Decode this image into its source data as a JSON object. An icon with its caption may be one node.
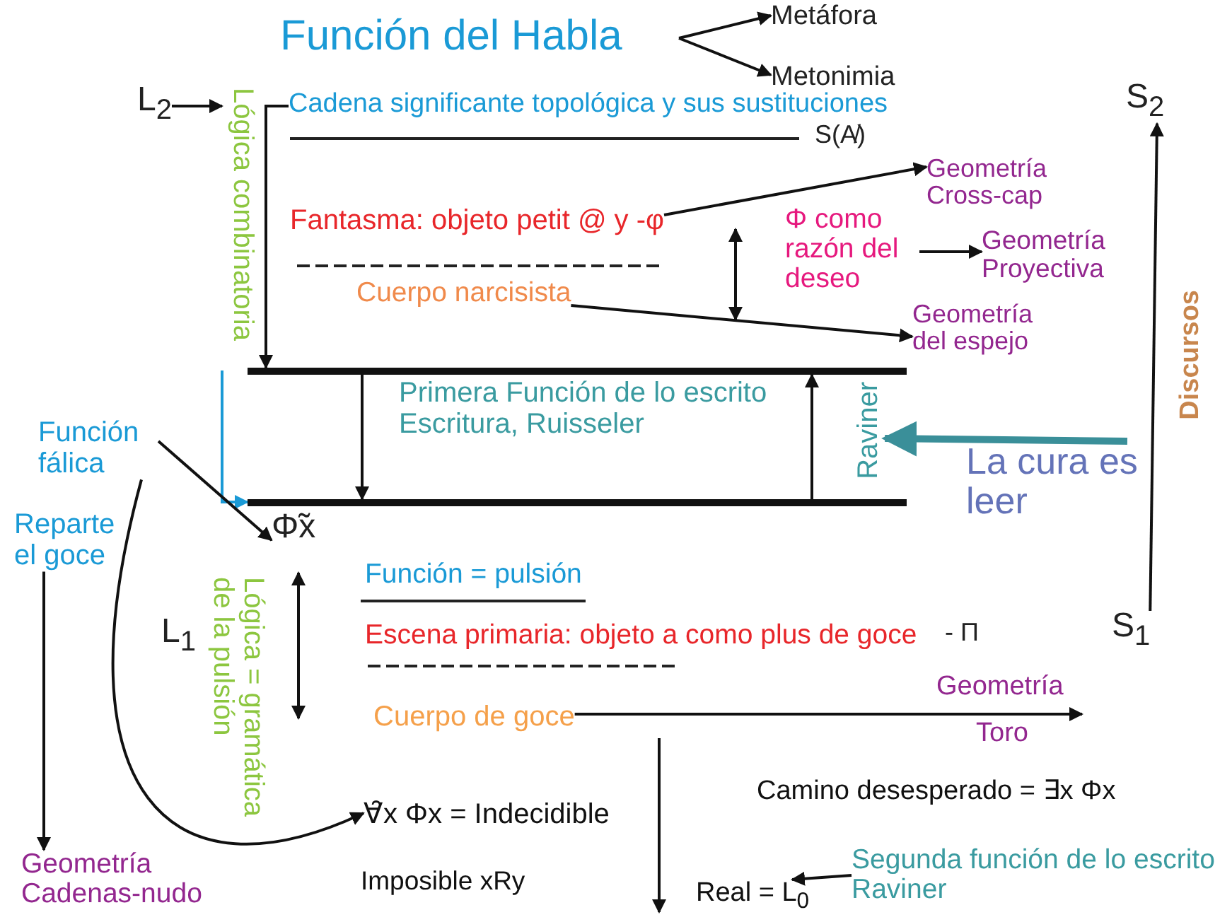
{
  "diagram": {
    "title": "Función del Habla",
    "nodes": [
      {
        "text": [
          "L$_{2}$"
        ]
      },
      {
        "text": [
          "Metáfora"
        ]
      },
      {
        "text": [
          "Metonimia"
        ]
      },
      {
        "text": [
          "Cadena significante topológica y sus sustituciones"
        ]
      },
      {
        "text": [
          "S(A̸)"
        ]
      },
      {
        "text": [
          "Fantasma: objeto petit @ y -φ"
        ]
      },
      {
        "text": [
          "Cuerpo narcisista"
        ]
      },
      {
        "text": [
          "Geometría Cross-cap"
        ]
      },
      {
        "text": [
          "Φ como razón del deseo"
        ]
      },
      {
        "text": [
          "Geometría Proyectiva"
        ]
      },
      {
        "text": [
          "Geometría del espejo"
        ]
      },
      {
        "text": [],
        "shape": "bar"
      },
      {
        "text": [
          "Primera Función de lo escrito Escritura, Ruisseler"
        ]
      },
      {
        "text": [
          "Raviner"
        ]
      },
      {
        "text": [
          "La cura es leer"
        ]
      },
      {
        "text": [],
        "shape": "bar"
      },
      {
        "text": [
          "S$_{2}$"
        ]
      },
      {
        "text": [
          "S$_{1}$"
        ]
      },
      {
        "text": [
          "Función fálica"
        ]
      },
      {
        "text": [
          "Reparte el goce"
        ]
      },
      {
        "text": [
          "Φ̃x"
        ]
      },
      {
        "text": [
          "L$_{1}$"
        ]
      },
      {
        "text": [
          "Función = pulsión"
        ]
      },
      {
        "text": [
          "Escena primaria: objeto a como plus de goce"
        ]
      },
      {
        "text": [
          "Cuerpo de goce"
        ]
      },
      {
        "text": [
          "∀̑x Φx = Indecidible"
        ]
      },
      {
        "text": [
          "Imposible xRy"
        ]
      },
      {
        "text": [
          "Camino desesperado = ∃x Φx"
        ]
      },
      {
        "text": [
          "Real = L$_{0}$"
        ]
      },
      {
        "text": [
          "Segunda función de lo escrito Raviner"
        ]
      },
      {
        "text": [
          "Geometría Cadenas-nudo"
        ]
      }
    ],
    "edges": [
      {
        "from": 0,
        "to": null,
        "arrow": "to"
      },
      {
        "from": 3,
        "to": 11,
        "arrow": "to",
        "label": "Lógica combinatoria"
      },
      {
        "from": null,
        "to": 1,
        "arrow": "to"
      },
      {
        "from": null,
        "to": 2,
        "arrow": "to"
      },
      {
        "from": 5,
        "to": 7,
        "arrow": "to"
      },
      {
        "from": 6,
        "to": 10,
        "arrow": "to"
      },
      {
        "from": 8,
        "to": 9,
        "arrow": "to"
      },
      {
        "from": 11,
        "to": 15,
        "arrow": "to"
      },
      {
        "from": 15,
        "to": 11,
        "arrow": "to"
      },
      {
        "from": 14,
        "to": 13,
        "arrow": "to",
        "style": "thick",
        "color": "#3a8f99"
      },
      {
        "from": null,
        "to": 15,
        "arrow": "to",
        "color": "#1a9ad6"
      },
      {
        "from": 17,
        "to": 16,
        "arrow": "to",
        "label": "Discursos"
      },
      {
        "from": 18,
        "to": 20,
        "arrow": "to"
      },
      {
        "from": 18,
        "to": 25,
        "arrow": "to"
      },
      {
        "from": 19,
        "to": 30,
        "arrow": "to"
      },
      {
        "from": 24,
        "to": null,
        "arrow": "to"
      },
      {
        "from": 29,
        "to": 28,
        "arrow": "to"
      }
    ],
    "labels": [
      "Lógica = gramática de la pulsión",
      "- Π",
      "Geometría",
      "Toro"
    ]
  }
}
